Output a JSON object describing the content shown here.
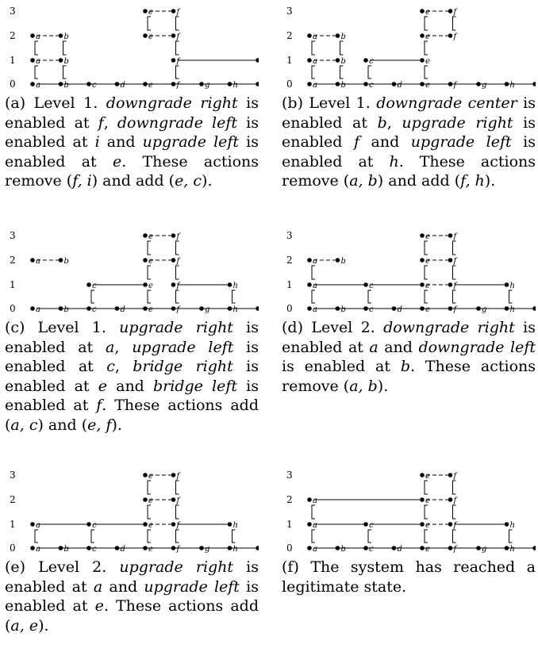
{
  "level_labels": [
    "0",
    "1",
    "2",
    "3"
  ],
  "panels": [
    {
      "id": "a",
      "nodes": [
        {
          "n": "a",
          "c": 0,
          "l": 0
        },
        {
          "n": "b",
          "c": 1,
          "l": 0
        },
        {
          "n": "c",
          "c": 2,
          "l": 0
        },
        {
          "n": "d",
          "c": 3,
          "l": 0
        },
        {
          "n": "e",
          "c": 4,
          "l": 0
        },
        {
          "n": "f",
          "c": 5,
          "l": 0
        },
        {
          "n": "g",
          "c": 6,
          "l": 0
        },
        {
          "n": "h",
          "c": 7,
          "l": 0
        },
        {
          "n": "i",
          "c": 8,
          "l": 0
        },
        {
          "n": "a",
          "c": 0,
          "l": 1
        },
        {
          "n": "b",
          "c": 1,
          "l": 1
        },
        {
          "n": "f",
          "c": 5,
          "l": 1
        },
        {
          "n": "i",
          "c": 8,
          "l": 1
        },
        {
          "n": "a",
          "c": 0,
          "l": 2
        },
        {
          "n": "b",
          "c": 1,
          "l": 2
        },
        {
          "n": "e",
          "c": 4,
          "l": 2
        },
        {
          "n": "f",
          "c": 5,
          "l": 2
        },
        {
          "n": "e",
          "c": 4,
          "l": 3
        },
        {
          "n": "f",
          "c": 5,
          "l": 3
        }
      ],
      "hedges": [
        [
          0,
          0,
          8
        ],
        [
          1,
          0,
          1
        ],
        [
          1,
          5,
          8
        ],
        [
          2,
          0,
          1
        ],
        [
          2,
          4,
          5
        ],
        [
          3,
          4,
          5
        ]
      ],
      "vedges": [
        [
          0,
          0
        ],
        [
          1,
          0
        ],
        [
          5,
          0
        ],
        [
          8,
          0
        ],
        [
          0,
          1
        ],
        [
          1,
          1
        ],
        [
          5,
          1
        ],
        [
          4,
          2
        ],
        [
          5,
          2
        ]
      ],
      "caption": [
        {
          "t": "(a) Level 1. "
        },
        {
          "t": "downgrade right",
          "i": true
        },
        {
          "t": " is enabled at "
        },
        {
          "t": "f",
          "i": true
        },
        {
          "t": ", "
        },
        {
          "t": "downgrade left",
          "i": true
        },
        {
          "t": " is enabled at "
        },
        {
          "t": "i",
          "i": true
        },
        {
          "t": " and "
        },
        {
          "t": "upgrade left",
          "i": true
        },
        {
          "t": " is enabled at "
        },
        {
          "t": "e",
          "i": true
        },
        {
          "t": ". These actions remove ("
        },
        {
          "t": "f, i",
          "i": true
        },
        {
          "t": ") and add ("
        },
        {
          "t": "e, c",
          "i": true
        },
        {
          "t": ")."
        }
      ]
    },
    {
      "id": "b",
      "nodes": [
        {
          "n": "a",
          "c": 0,
          "l": 0
        },
        {
          "n": "b",
          "c": 1,
          "l": 0
        },
        {
          "n": "c",
          "c": 2,
          "l": 0
        },
        {
          "n": "d",
          "c": 3,
          "l": 0
        },
        {
          "n": "e",
          "c": 4,
          "l": 0
        },
        {
          "n": "f",
          "c": 5,
          "l": 0
        },
        {
          "n": "g",
          "c": 6,
          "l": 0
        },
        {
          "n": "h",
          "c": 7,
          "l": 0
        },
        {
          "n": "i",
          "c": 8,
          "l": 0
        },
        {
          "n": "a",
          "c": 0,
          "l": 1
        },
        {
          "n": "b",
          "c": 1,
          "l": 1
        },
        {
          "n": "c",
          "c": 2,
          "l": 1
        },
        {
          "n": "e",
          "c": 4,
          "l": 1
        },
        {
          "n": "a",
          "c": 0,
          "l": 2
        },
        {
          "n": "b",
          "c": 1,
          "l": 2
        },
        {
          "n": "e",
          "c": 4,
          "l": 2
        },
        {
          "n": "f",
          "c": 5,
          "l": 2
        },
        {
          "n": "e",
          "c": 4,
          "l": 3
        },
        {
          "n": "f",
          "c": 5,
          "l": 3
        }
      ],
      "hedges": [
        [
          0,
          0,
          8
        ],
        [
          1,
          0,
          1
        ],
        [
          1,
          2,
          4
        ],
        [
          2,
          0,
          1
        ],
        [
          2,
          4,
          5
        ],
        [
          3,
          4,
          5
        ]
      ],
      "vedges": [
        [
          0,
          0
        ],
        [
          1,
          0
        ],
        [
          2,
          0
        ],
        [
          4,
          0
        ],
        [
          0,
          1
        ],
        [
          1,
          1
        ],
        [
          4,
          1
        ],
        [
          4,
          2
        ],
        [
          5,
          2
        ]
      ],
      "caption": [
        {
          "t": "(b) Level 1. "
        },
        {
          "t": "downgrade center",
          "i": true
        },
        {
          "t": " is enabled at "
        },
        {
          "t": "b",
          "i": true
        },
        {
          "t": ", "
        },
        {
          "t": "upgrade right",
          "i": true
        },
        {
          "t": " is enabled "
        },
        {
          "t": "f",
          "i": true
        },
        {
          "t": " and "
        },
        {
          "t": "upgrade left",
          "i": true
        },
        {
          "t": " is enabled at "
        },
        {
          "t": "h",
          "i": true
        },
        {
          "t": ". These actions remove ("
        },
        {
          "t": "a, b",
          "i": true
        },
        {
          "t": ") and add ("
        },
        {
          "t": "f, h",
          "i": true
        },
        {
          "t": ")."
        }
      ]
    },
    {
      "id": "c",
      "nodes": [
        {
          "n": "a",
          "c": 0,
          "l": 0
        },
        {
          "n": "b",
          "c": 1,
          "l": 0
        },
        {
          "n": "c",
          "c": 2,
          "l": 0
        },
        {
          "n": "d",
          "c": 3,
          "l": 0
        },
        {
          "n": "e",
          "c": 4,
          "l": 0
        },
        {
          "n": "f",
          "c": 5,
          "l": 0
        },
        {
          "n": "g",
          "c": 6,
          "l": 0
        },
        {
          "n": "h",
          "c": 7,
          "l": 0
        },
        {
          "n": "i",
          "c": 8,
          "l": 0
        },
        {
          "n": "c",
          "c": 2,
          "l": 1
        },
        {
          "n": "e",
          "c": 4,
          "l": 1
        },
        {
          "n": "f",
          "c": 5,
          "l": 1
        },
        {
          "n": "h",
          "c": 7,
          "l": 1
        },
        {
          "n": "a",
          "c": 0,
          "l": 2
        },
        {
          "n": "b",
          "c": 1,
          "l": 2
        },
        {
          "n": "e",
          "c": 4,
          "l": 2
        },
        {
          "n": "f",
          "c": 5,
          "l": 2
        },
        {
          "n": "e",
          "c": 4,
          "l": 3
        },
        {
          "n": "f",
          "c": 5,
          "l": 3
        }
      ],
      "hedges": [
        [
          0,
          0,
          8
        ],
        [
          1,
          2,
          4
        ],
        [
          1,
          5,
          7
        ],
        [
          2,
          0,
          1
        ],
        [
          2,
          4,
          5
        ],
        [
          3,
          4,
          5
        ]
      ],
      "vedges": [
        [
          2,
          0
        ],
        [
          4,
          0
        ],
        [
          5,
          0
        ],
        [
          7,
          0
        ],
        [
          4,
          1
        ],
        [
          5,
          1
        ],
        [
          4,
          2
        ],
        [
          5,
          2
        ]
      ],
      "caption": [
        {
          "t": "(c) Level 1. "
        },
        {
          "t": "upgrade right",
          "i": true
        },
        {
          "t": " is enabled at "
        },
        {
          "t": "a",
          "i": true
        },
        {
          "t": ", "
        },
        {
          "t": "upgrade left",
          "i": true
        },
        {
          "t": " is enabled at "
        },
        {
          "t": "c",
          "i": true
        },
        {
          "t": ", "
        },
        {
          "t": "bridge right",
          "i": true
        },
        {
          "t": " is enabled at "
        },
        {
          "t": "e",
          "i": true
        },
        {
          "t": " and "
        },
        {
          "t": "bridge left",
          "i": true
        },
        {
          "t": " is enabled at "
        },
        {
          "t": "f",
          "i": true
        },
        {
          "t": ". These actions add ("
        },
        {
          "t": "a, c",
          "i": true
        },
        {
          "t": ") and ("
        },
        {
          "t": "e, f",
          "i": true
        },
        {
          "t": ")."
        }
      ]
    },
    {
      "id": "d",
      "nodes": [
        {
          "n": "a",
          "c": 0,
          "l": 0
        },
        {
          "n": "b",
          "c": 1,
          "l": 0
        },
        {
          "n": "c",
          "c": 2,
          "l": 0
        },
        {
          "n": "d",
          "c": 3,
          "l": 0
        },
        {
          "n": "e",
          "c": 4,
          "l": 0
        },
        {
          "n": "f",
          "c": 5,
          "l": 0
        },
        {
          "n": "g",
          "c": 6,
          "l": 0
        },
        {
          "n": "h",
          "c": 7,
          "l": 0
        },
        {
          "n": "i",
          "c": 8,
          "l": 0
        },
        {
          "n": "a",
          "c": 0,
          "l": 1
        },
        {
          "n": "c",
          "c": 2,
          "l": 1
        },
        {
          "n": "e",
          "c": 4,
          "l": 1
        },
        {
          "n": "f",
          "c": 5,
          "l": 1
        },
        {
          "n": "h",
          "c": 7,
          "l": 1
        },
        {
          "n": "a",
          "c": 0,
          "l": 2
        },
        {
          "n": "b",
          "c": 1,
          "l": 2
        },
        {
          "n": "e",
          "c": 4,
          "l": 2
        },
        {
          "n": "f",
          "c": 5,
          "l": 2
        },
        {
          "n": "e",
          "c": 4,
          "l": 3
        },
        {
          "n": "f",
          "c": 5,
          "l": 3
        }
      ],
      "hedges": [
        [
          0,
          0,
          8
        ],
        [
          1,
          0,
          2
        ],
        [
          1,
          2,
          4
        ],
        [
          1,
          4,
          5
        ],
        [
          1,
          5,
          7
        ],
        [
          2,
          0,
          1
        ],
        [
          2,
          4,
          5
        ],
        [
          3,
          4,
          5
        ]
      ],
      "vedges": [
        [
          0,
          0
        ],
        [
          2,
          0
        ],
        [
          4,
          0
        ],
        [
          5,
          0
        ],
        [
          7,
          0
        ],
        [
          0,
          1
        ],
        [
          4,
          1
        ],
        [
          5,
          1
        ],
        [
          4,
          2
        ],
        [
          5,
          2
        ]
      ],
      "caption": [
        {
          "t": "(d) Level 2. "
        },
        {
          "t": "downgrade right",
          "i": true
        },
        {
          "t": " is enabled at "
        },
        {
          "t": "a",
          "i": true
        },
        {
          "t": " and "
        },
        {
          "t": "downgrade left",
          "i": true
        },
        {
          "t": " is enabled at "
        },
        {
          "t": "b",
          "i": true
        },
        {
          "t": ". These actions remove ("
        },
        {
          "t": "a, b",
          "i": true
        },
        {
          "t": ")."
        }
      ]
    },
    {
      "id": "e",
      "nodes": [
        {
          "n": "a",
          "c": 0,
          "l": 0
        },
        {
          "n": "b",
          "c": 1,
          "l": 0
        },
        {
          "n": "c",
          "c": 2,
          "l": 0
        },
        {
          "n": "d",
          "c": 3,
          "l": 0
        },
        {
          "n": "e",
          "c": 4,
          "l": 0
        },
        {
          "n": "f",
          "c": 5,
          "l": 0
        },
        {
          "n": "g",
          "c": 6,
          "l": 0
        },
        {
          "n": "h",
          "c": 7,
          "l": 0
        },
        {
          "n": "i",
          "c": 8,
          "l": 0
        },
        {
          "n": "a",
          "c": 0,
          "l": 1
        },
        {
          "n": "c",
          "c": 2,
          "l": 1
        },
        {
          "n": "e",
          "c": 4,
          "l": 1
        },
        {
          "n": "f",
          "c": 5,
          "l": 1
        },
        {
          "n": "h",
          "c": 7,
          "l": 1
        },
        {
          "n": "e",
          "c": 4,
          "l": 2
        },
        {
          "n": "f",
          "c": 5,
          "l": 2
        },
        {
          "n": "e",
          "c": 4,
          "l": 3
        },
        {
          "n": "f",
          "c": 5,
          "l": 3
        }
      ],
      "hedges": [
        [
          0,
          0,
          8
        ],
        [
          1,
          0,
          2
        ],
        [
          1,
          2,
          4
        ],
        [
          1,
          4,
          5
        ],
        [
          1,
          5,
          7
        ],
        [
          2,
          4,
          5
        ],
        [
          3,
          4,
          5
        ]
      ],
      "vedges": [
        [
          0,
          0
        ],
        [
          2,
          0
        ],
        [
          4,
          0
        ],
        [
          5,
          0
        ],
        [
          7,
          0
        ],
        [
          4,
          1
        ],
        [
          5,
          1
        ],
        [
          4,
          2
        ],
        [
          5,
          2
        ]
      ],
      "caption": [
        {
          "t": "(e) Level 2. "
        },
        {
          "t": "upgrade right",
          "i": true
        },
        {
          "t": " is enabled at "
        },
        {
          "t": "a",
          "i": true
        },
        {
          "t": " and "
        },
        {
          "t": "upgrade left",
          "i": true
        },
        {
          "t": " is enabled at "
        },
        {
          "t": "e",
          "i": true
        },
        {
          "t": ". These actions add ("
        },
        {
          "t": "a, e",
          "i": true
        },
        {
          "t": ")."
        }
      ]
    },
    {
      "id": "f",
      "nodes": [
        {
          "n": "a",
          "c": 0,
          "l": 0
        },
        {
          "n": "b",
          "c": 1,
          "l": 0
        },
        {
          "n": "c",
          "c": 2,
          "l": 0
        },
        {
          "n": "d",
          "c": 3,
          "l": 0
        },
        {
          "n": "e",
          "c": 4,
          "l": 0
        },
        {
          "n": "f",
          "c": 5,
          "l": 0
        },
        {
          "n": "g",
          "c": 6,
          "l": 0
        },
        {
          "n": "h",
          "c": 7,
          "l": 0
        },
        {
          "n": "i",
          "c": 8,
          "l": 0
        },
        {
          "n": "a",
          "c": 0,
          "l": 1
        },
        {
          "n": "c",
          "c": 2,
          "l": 1
        },
        {
          "n": "e",
          "c": 4,
          "l": 1
        },
        {
          "n": "f",
          "c": 5,
          "l": 1
        },
        {
          "n": "h",
          "c": 7,
          "l": 1
        },
        {
          "n": "a",
          "c": 0,
          "l": 2
        },
        {
          "n": "e",
          "c": 4,
          "l": 2
        },
        {
          "n": "f",
          "c": 5,
          "l": 2
        },
        {
          "n": "e",
          "c": 4,
          "l": 3
        },
        {
          "n": "f",
          "c": 5,
          "l": 3
        }
      ],
      "hedges": [
        [
          0,
          0,
          8
        ],
        [
          1,
          0,
          2
        ],
        [
          1,
          2,
          4
        ],
        [
          1,
          4,
          5
        ],
        [
          1,
          5,
          7
        ],
        [
          2,
          0,
          4
        ],
        [
          2,
          4,
          5
        ],
        [
          3,
          4,
          5
        ]
      ],
      "vedges": [
        [
          0,
          0
        ],
        [
          2,
          0
        ],
        [
          4,
          0
        ],
        [
          5,
          0
        ],
        [
          7,
          0
        ],
        [
          0,
          1
        ],
        [
          4,
          1
        ],
        [
          5,
          1
        ],
        [
          4,
          2
        ],
        [
          5,
          2
        ]
      ],
      "caption": [
        {
          "t": "(f) The system has reached a legitimate state."
        }
      ]
    }
  ]
}
